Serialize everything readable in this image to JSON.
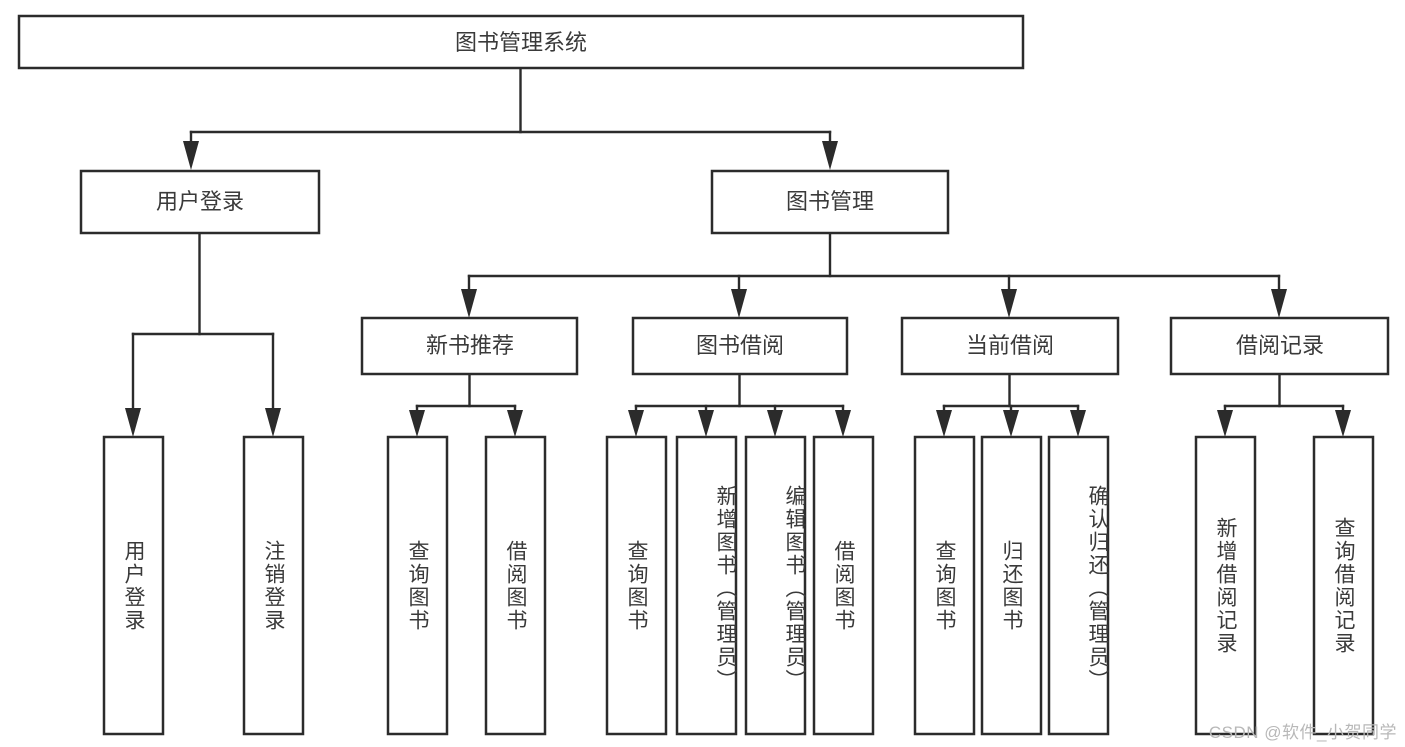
{
  "diagram": {
    "type": "tree-hierarchy",
    "title": "图书管理系统",
    "root": {
      "id": "root",
      "label": "图书管理系统",
      "orientation": "horizontal"
    },
    "level2": [
      {
        "id": "user-login",
        "label": "用户登录",
        "orientation": "horizontal"
      },
      {
        "id": "book-manage",
        "label": "图书管理",
        "orientation": "horizontal"
      }
    ],
    "level3": [
      {
        "id": "new-book-recommend",
        "label": "新书推荐",
        "parent": "book-manage",
        "orientation": "horizontal"
      },
      {
        "id": "book-borrow",
        "label": "图书借阅",
        "parent": "book-manage",
        "orientation": "horizontal"
      },
      {
        "id": "current-borrow",
        "label": "当前借阅",
        "parent": "book-manage",
        "orientation": "horizontal"
      },
      {
        "id": "borrow-record",
        "label": "借阅记录",
        "parent": "book-manage",
        "orientation": "horizontal"
      }
    ],
    "leaves": [
      {
        "id": "leaf-user-login",
        "label": "用户登录",
        "parent": "user-login",
        "orientation": "vertical"
      },
      {
        "id": "leaf-logout-login",
        "label": "注销登录",
        "parent": "user-login",
        "orientation": "vertical"
      },
      {
        "id": "leaf-query-book-1",
        "label": "查询图书",
        "parent": "new-book-recommend",
        "orientation": "vertical"
      },
      {
        "id": "leaf-borrow-book-1",
        "label": "借阅图书",
        "parent": "new-book-recommend",
        "orientation": "vertical"
      },
      {
        "id": "leaf-query-book-2",
        "label": "查询图书",
        "parent": "book-borrow",
        "orientation": "vertical"
      },
      {
        "id": "leaf-add-book",
        "label": "新增图书（管理员）",
        "parent": "book-borrow",
        "orientation": "vertical"
      },
      {
        "id": "leaf-edit-book",
        "label": "编辑图书（管理员）",
        "parent": "book-borrow",
        "orientation": "vertical"
      },
      {
        "id": "leaf-borrow-book-2",
        "label": "借阅图书",
        "parent": "book-borrow",
        "orientation": "vertical"
      },
      {
        "id": "leaf-query-book-3",
        "label": "查询图书",
        "parent": "current-borrow",
        "orientation": "vertical"
      },
      {
        "id": "leaf-return-book",
        "label": "归还图书",
        "parent": "current-borrow",
        "orientation": "vertical"
      },
      {
        "id": "leaf-confirm-return",
        "label": "确认归还（管理员）",
        "parent": "current-borrow",
        "orientation": "vertical"
      },
      {
        "id": "leaf-add-record",
        "label": "新增借阅记录",
        "parent": "borrow-record",
        "orientation": "vertical"
      },
      {
        "id": "leaf-query-record",
        "label": "查询借阅记录",
        "parent": "borrow-record",
        "orientation": "vertical"
      }
    ],
    "watermark": "CSDN @软件_小贺同学",
    "colors": {
      "background": "#ffffff",
      "box_fill": "#ffffff",
      "box_stroke": "#2b2b2b",
      "text": "#3a3a3a",
      "watermark": "#b8b8b8"
    }
  }
}
